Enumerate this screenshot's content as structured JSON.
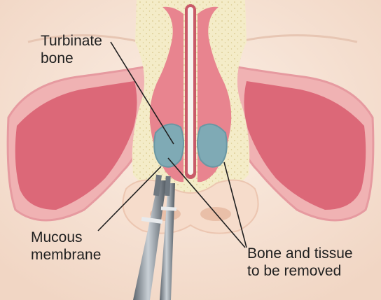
{
  "labels": {
    "turbinate": {
      "line1": "Turbinate",
      "line2": "bone"
    },
    "mucous": {
      "line1": "Mucous",
      "line2": "membrane"
    },
    "bone_tissue": {
      "line1": "Bone and tissue",
      "line2": "to be removed"
    }
  },
  "colors": {
    "skin": "#f6e1d3",
    "tissue_pink": "#e8848f",
    "tissue_dark": "#d9606f",
    "bone_cream": "#f4ecc8",
    "turbinate_blue": "#7faab5",
    "instrument": "#8a939c",
    "label_text": "#1f1f1f"
  }
}
